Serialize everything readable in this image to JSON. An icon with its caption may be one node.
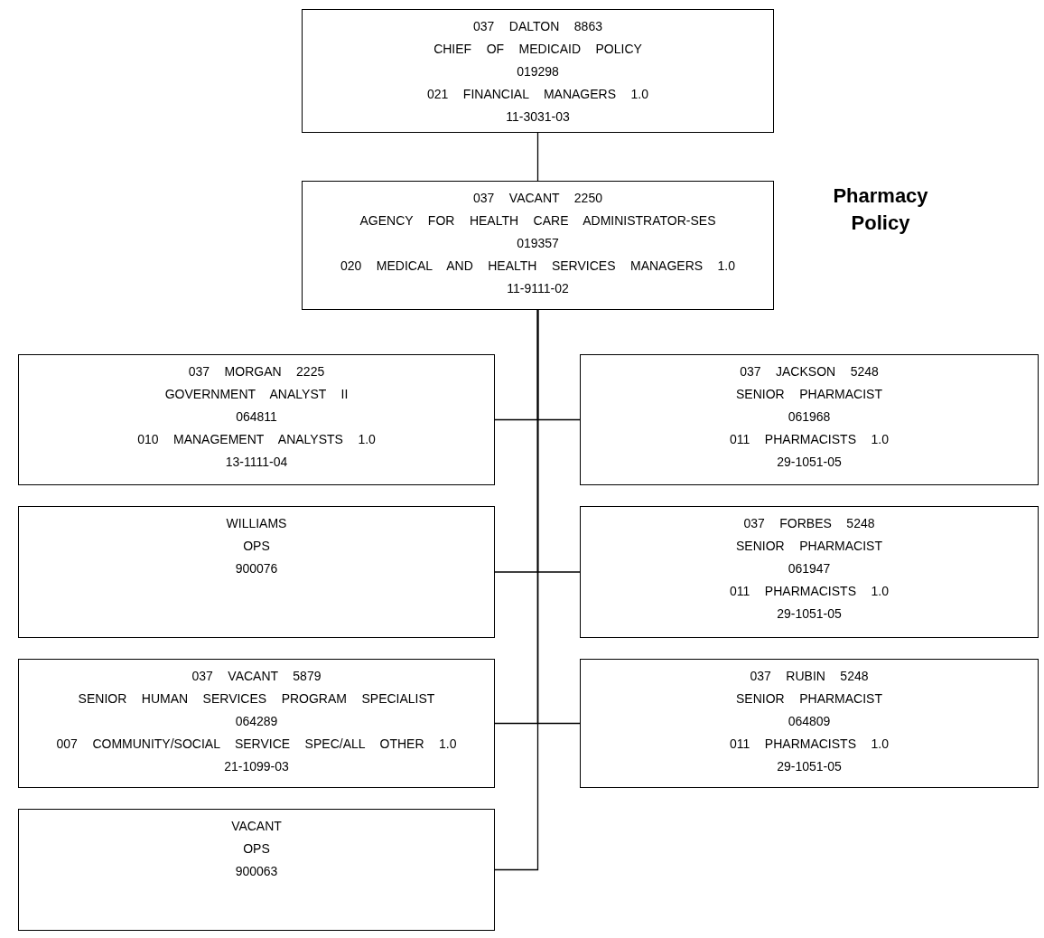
{
  "diagram": {
    "title": "Pharmacy Policy",
    "nodes": [
      {
        "text": [
          "037 DALTON 8863",
          "CHIEF OF MEDICAID POLICY",
          "019298",
          "021 FINANCIAL MANAGERS 1.0",
          "11-3031-03"
        ]
      },
      {
        "text": [
          "037 VACANT 2250",
          "AGENCY FOR HEALTH CARE ADMINISTRATOR-SES",
          "019357",
          "020 MEDICAL AND HEALTH SERVICES MANAGERS 1.0",
          "11-9111-02"
        ]
      },
      {
        "text": [
          "037 MORGAN 2225",
          "GOVERNMENT ANALYST II",
          "064811",
          "010 MANAGEMENT ANALYSTS 1.0",
          "13-1111-04"
        ]
      },
      {
        "text": [
          "037 JACKSON 5248",
          "SENIOR PHARMACIST",
          "061968",
          "011 PHARMACISTS 1.0",
          "29-1051-05"
        ]
      },
      {
        "text": [
          "WILLIAMS",
          "OPS",
          "900076"
        ]
      },
      {
        "text": [
          "037 FORBES 5248",
          "SENIOR PHARMACIST",
          "061947",
          "011 PHARMACISTS 1.0",
          "29-1051-05"
        ]
      },
      {
        "text": [
          "037 VACANT 5879",
          "SENIOR HUMAN SERVICES PROGRAM SPECIALIST",
          "064289",
          "007 COMMUNITY/SOCIAL SERVICE SPEC/ALL OTHER 1.0",
          "21-1099-03"
        ]
      },
      {
        "text": [
          "037 RUBIN 5248",
          "SENIOR PHARMACIST",
          "064809",
          "011 PHARMACISTS 1.0",
          "29-1051-05"
        ]
      },
      {
        "text": [
          "VACANT",
          "OPS",
          "900063"
        ]
      }
    ],
    "edges": [
      {
        "from": 0,
        "to": 1,
        "arrow": "none"
      },
      {
        "from": 1,
        "to": 2,
        "arrow": "none"
      },
      {
        "from": 1,
        "to": 3,
        "arrow": "none"
      },
      {
        "from": 1,
        "to": 4,
        "arrow": "none"
      },
      {
        "from": 1,
        "to": 5,
        "arrow": "none"
      },
      {
        "from": 1,
        "to": 6,
        "arrow": "none"
      },
      {
        "from": 1,
        "to": 7,
        "arrow": "none"
      },
      {
        "from": 1,
        "to": 8,
        "arrow": "none"
      }
    ]
  }
}
